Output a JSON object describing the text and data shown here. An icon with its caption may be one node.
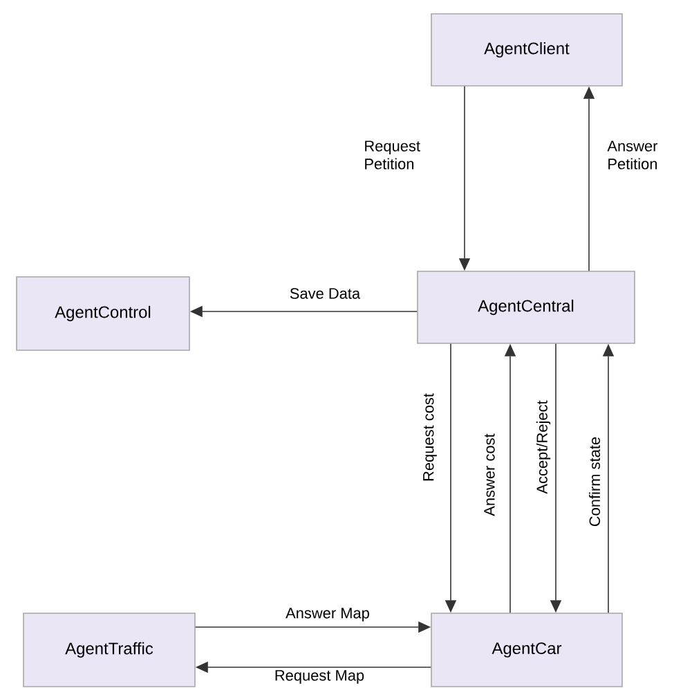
{
  "diagram": {
    "nodes": [
      {
        "text": [
          "AgentClient"
        ]
      },
      {
        "text": [
          "AgentControl"
        ]
      },
      {
        "text": [
          "AgentCentral"
        ]
      },
      {
        "text": [
          "AgentTraffic"
        ]
      },
      {
        "text": [
          "AgentCar"
        ]
      }
    ],
    "edges": [
      {
        "from": 0,
        "to": 2,
        "arrow": "to",
        "label": "Request Petition"
      },
      {
        "from": 2,
        "to": 0,
        "arrow": "to",
        "label": "Answer Petition"
      },
      {
        "from": 2,
        "to": 1,
        "arrow": "to",
        "label": "Save Data"
      },
      {
        "from": 2,
        "to": 4,
        "arrow": "to",
        "label": "Request cost"
      },
      {
        "from": 4,
        "to": 2,
        "arrow": "to",
        "label": "Answer cost"
      },
      {
        "from": 2,
        "to": 4,
        "arrow": "to",
        "label": "Accept/Reject"
      },
      {
        "from": 4,
        "to": 2,
        "arrow": "to",
        "label": "Confirm state"
      },
      {
        "from": 3,
        "to": 4,
        "arrow": "to",
        "label": "Answer Map"
      },
      {
        "from": 4,
        "to": 3,
        "arrow": "to",
        "label": "Request Map"
      }
    ]
  }
}
